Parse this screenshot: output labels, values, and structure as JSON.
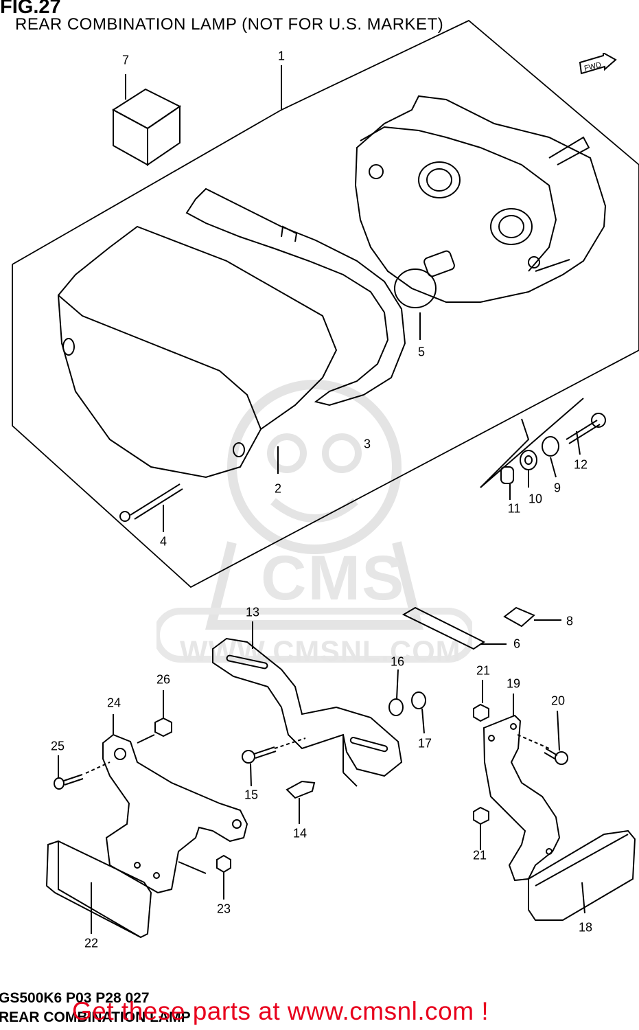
{
  "header": {
    "figure": "FIG.27",
    "subtitle": "REAR COMBINATION LAMP (NOT FOR U.S. MARKET)"
  },
  "badge": {
    "text": "FWD"
  },
  "watermark": {
    "brand": "CMS",
    "url": "WWW.CMSNL.COM"
  },
  "callouts": [
    "1",
    "2",
    "3",
    "4",
    "5",
    "6",
    "7",
    "8",
    "9",
    "10",
    "11",
    "12",
    "13",
    "14",
    "15",
    "16",
    "17",
    "18",
    "19",
    "20",
    "21",
    "21",
    "22",
    "23",
    "24",
    "25",
    "26"
  ],
  "footer": {
    "code": "GS500K6 P03 P28 027",
    "name": "REAR COMBINATION LAMP",
    "promo": "Get these parts at www.cmsnl.com !",
    "promo_color": "#e8001c"
  }
}
